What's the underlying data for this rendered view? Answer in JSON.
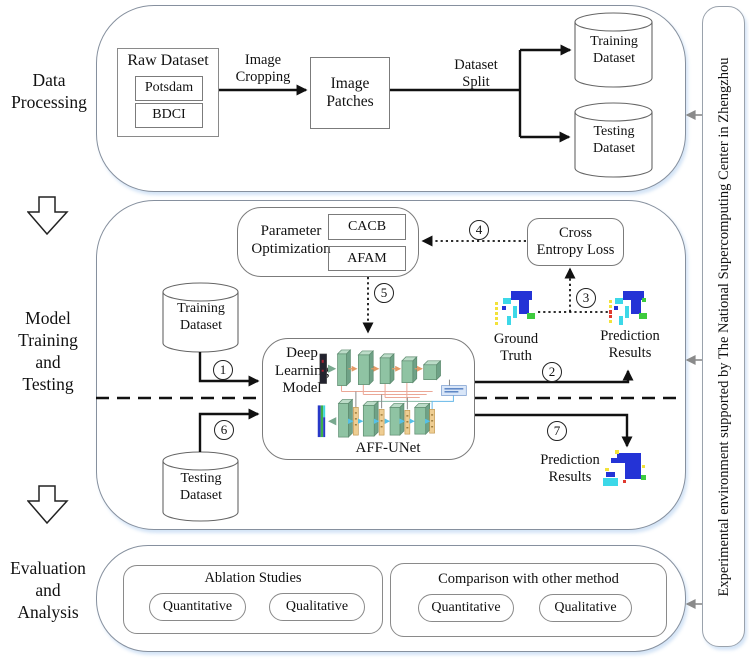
{
  "left_rail": {
    "data_processing": "Data\nProcessing",
    "model_training": "Model\nTraining\nand\nTesting",
    "evaluation": "Evaluation\nand\nAnalysis"
  },
  "top_section": {
    "raw_dataset_title": "Raw Dataset",
    "potsdam": "Potsdam",
    "bdci": "BDCI",
    "image_cropping": "Image\nCropping",
    "image_patches": "Image\nPatches",
    "dataset_split": "Dataset\nSplit",
    "training_dataset": "Training\nDataset",
    "testing_dataset": "Testing\nDataset"
  },
  "middle_section": {
    "parameter_optimization": "Parameter\nOptimization",
    "cacb": "CACB",
    "afam": "AFAM",
    "cross_entropy_loss": "Cross\nEntropy Loss",
    "training_dataset": "Training\nDataset",
    "testing_dataset": "Testing\nDataset",
    "deep_learning_model": "Deep\nLearning\nModel",
    "aff_unet": "AFF-UNet",
    "ground_truth": "Ground\nTruth",
    "prediction_results_top": "Prediction\nResults",
    "prediction_results_bottom": "Prediction\nResults",
    "steps": {
      "1": "1",
      "2": "2",
      "3": "3",
      "4": "4",
      "5": "5",
      "6": "6",
      "7": "7"
    }
  },
  "bottom_section": {
    "ablation_title": "Ablation Studies",
    "ablation_quantitative": "Quantitative",
    "ablation_qualitative": "Qualitative",
    "comparison_title": "Comparison with other method",
    "comparison_quantitative": "Quantitative",
    "comparison_qualitative": "Qualitative"
  },
  "sidebar": {
    "support_text": "Experimental environment supported by  The National Supercomputing Center in Zhengzhou"
  },
  "colors": {
    "section_border": "#86909e",
    "arrow_black": "#111111",
    "gray_arrow": "#8a8a8a",
    "encoder_block_green": "#8fc3a3",
    "afam_strip_yellow": "#eecd92",
    "skip_salmon": "#eba796",
    "skip_teal": "#86b8a6",
    "skip_blue": "#66b8e8",
    "encoder_arrow_orange": "#e49a66",
    "segmentation_blue": "#2433d6",
    "segmentation_cyan": "#3cd8e8",
    "segmentation_yellow": "#f2e23a",
    "segmentation_green": "#3ecb3e",
    "segmentation_red": "#e0392f"
  }
}
